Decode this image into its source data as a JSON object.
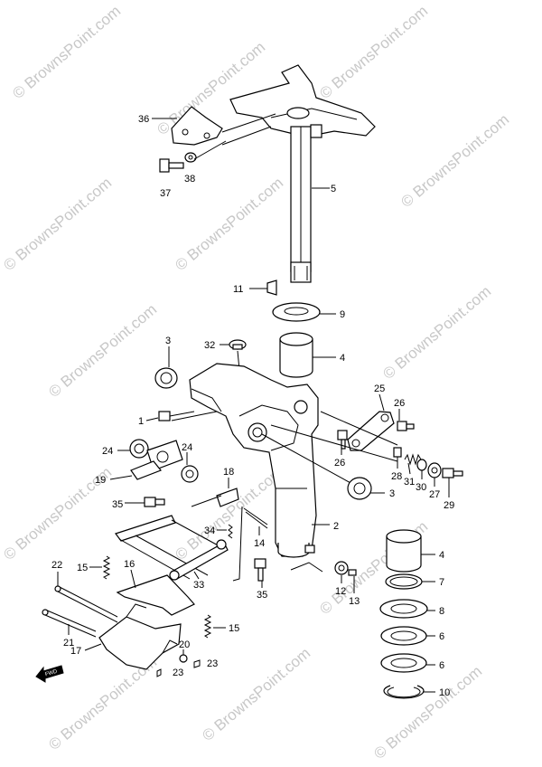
{
  "watermark": "© BrownsPoint.com",
  "direction_badge": "FWD",
  "callouts": [
    {
      "id": "c36",
      "text": "36"
    },
    {
      "id": "c37",
      "text": "37"
    },
    {
      "id": "c38",
      "text": "38"
    },
    {
      "id": "c5",
      "text": "5"
    },
    {
      "id": "c11",
      "text": "11"
    },
    {
      "id": "c9",
      "text": "9"
    },
    {
      "id": "c3a",
      "text": "3"
    },
    {
      "id": "c32",
      "text": "32"
    },
    {
      "id": "c4a",
      "text": "4"
    },
    {
      "id": "c25",
      "text": "25"
    },
    {
      "id": "c26a",
      "text": "26"
    },
    {
      "id": "c1",
      "text": "1"
    },
    {
      "id": "c24a",
      "text": "24"
    },
    {
      "id": "c24b",
      "text": "24"
    },
    {
      "id": "c19",
      "text": "19"
    },
    {
      "id": "c26b",
      "text": "26"
    },
    {
      "id": "c28",
      "text": "28"
    },
    {
      "id": "c31",
      "text": "31"
    },
    {
      "id": "c30",
      "text": "30"
    },
    {
      "id": "c27",
      "text": "27"
    },
    {
      "id": "c29",
      "text": "29"
    },
    {
      "id": "c18",
      "text": "18"
    },
    {
      "id": "c3b",
      "text": "3"
    },
    {
      "id": "c35a",
      "text": "35"
    },
    {
      "id": "c2",
      "text": "2"
    },
    {
      "id": "c34",
      "text": "34"
    },
    {
      "id": "c14",
      "text": "14"
    },
    {
      "id": "c4b",
      "text": "4"
    },
    {
      "id": "c22",
      "text": "22"
    },
    {
      "id": "c15a",
      "text": "15"
    },
    {
      "id": "c16",
      "text": "16"
    },
    {
      "id": "c33",
      "text": "33"
    },
    {
      "id": "c35b",
      "text": "35"
    },
    {
      "id": "c12",
      "text": "12"
    },
    {
      "id": "c13",
      "text": "13"
    },
    {
      "id": "c7",
      "text": "7"
    },
    {
      "id": "c8",
      "text": "8"
    },
    {
      "id": "c21",
      "text": "21"
    },
    {
      "id": "c15b",
      "text": "15"
    },
    {
      "id": "c6a",
      "text": "6"
    },
    {
      "id": "c17",
      "text": "17"
    },
    {
      "id": "c20",
      "text": "20"
    },
    {
      "id": "c23a",
      "text": "23"
    },
    {
      "id": "c23b",
      "text": "23"
    },
    {
      "id": "c6b",
      "text": "6"
    },
    {
      "id": "c10",
      "text": "10"
    }
  ]
}
